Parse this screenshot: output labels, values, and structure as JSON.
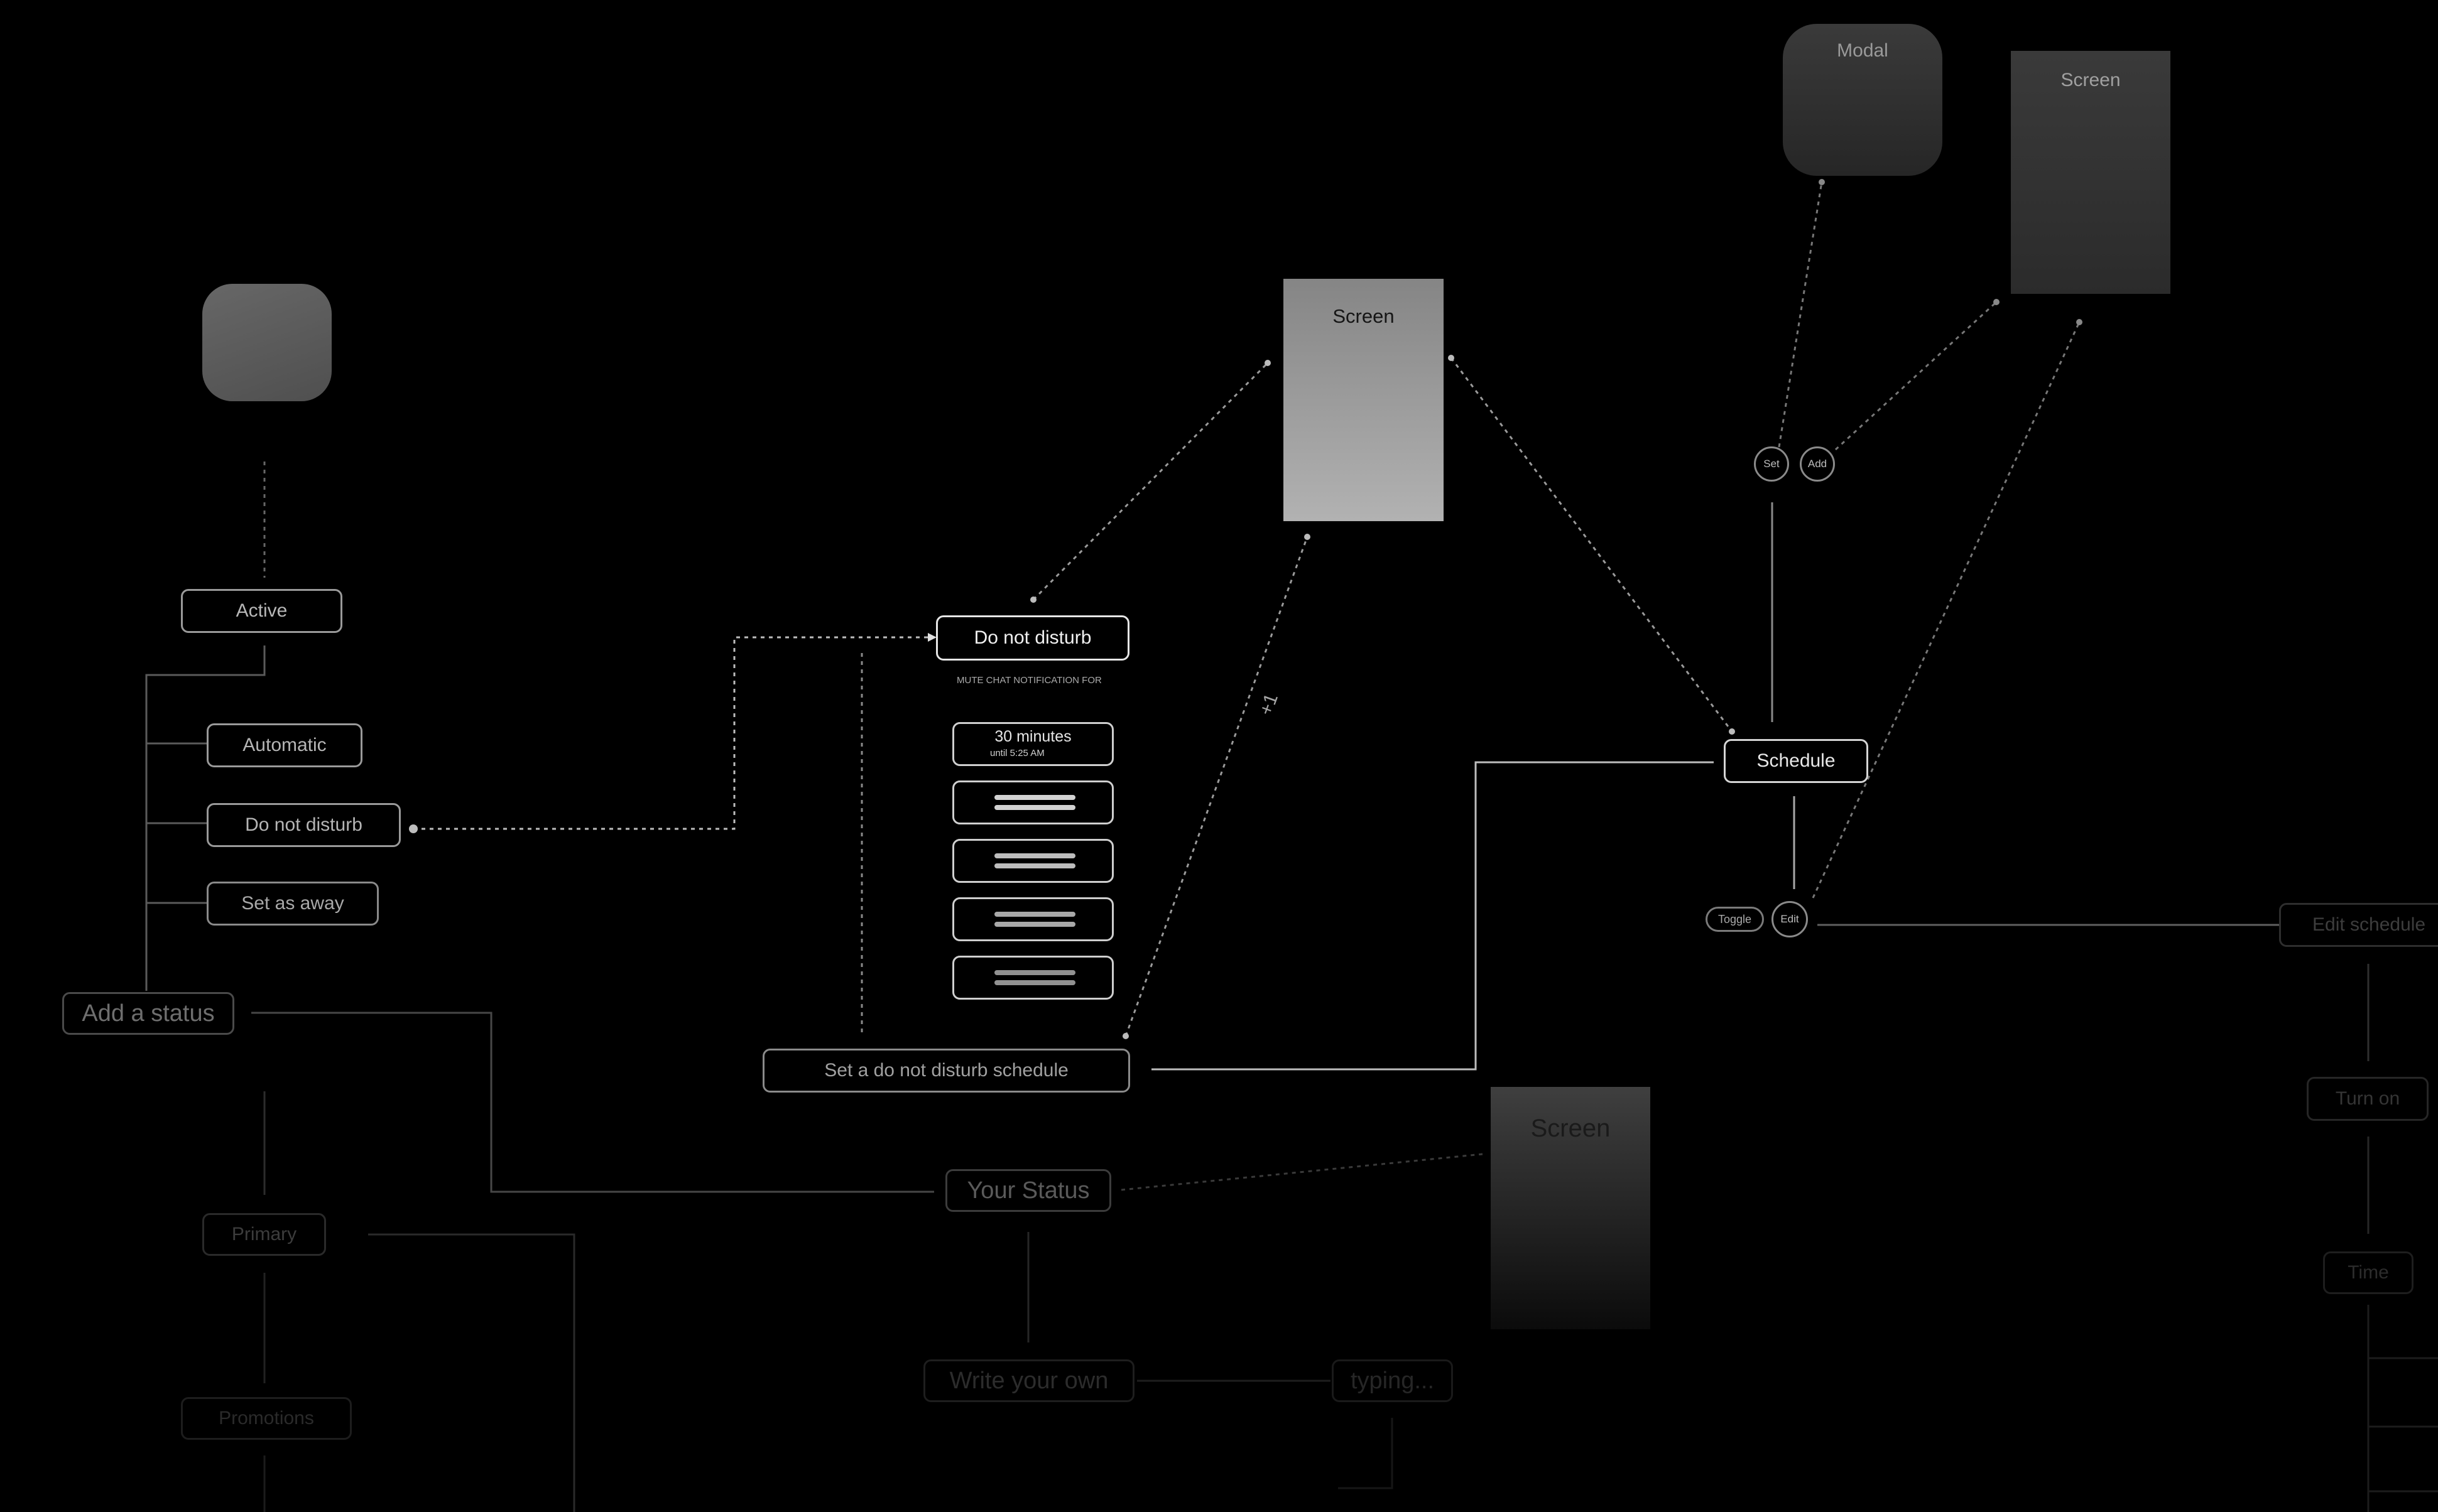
{
  "top_node": {
    "label": "Active"
  },
  "status_options": [
    {
      "label": "Automatic"
    },
    {
      "label": "Do not disturb"
    },
    {
      "label": "Set as away"
    }
  ],
  "add_status": {
    "label": "Add a status"
  },
  "primary": {
    "label": "Primary"
  },
  "promotions": {
    "label": "Promotions"
  },
  "dnd_panel": {
    "title": "Do not disturb",
    "caption": "MUTE CHAT NOTIFICATION FOR",
    "first_option": {
      "label": "30 minutes",
      "sub": "until 5:25 AM"
    }
  },
  "schedule_link": {
    "label": "Set a do not disturb schedule"
  },
  "edge_label": "+1",
  "screens": {
    "center": "Screen",
    "top_right": "Screen",
    "bottom": "Screen"
  },
  "modal": {
    "label": "Modal"
  },
  "schedule": {
    "label": "Schedule"
  },
  "small_buttons": {
    "set": "Set",
    "add": "Add",
    "toggle": "Toggle",
    "edit": "Edit"
  },
  "right_column": {
    "edit_schedule": "Edit schedule",
    "turn_on": "Turn on",
    "time": "Time"
  },
  "your_status": {
    "label": "Your Status",
    "write_your_own": "Write your own",
    "typing": "typing..."
  }
}
